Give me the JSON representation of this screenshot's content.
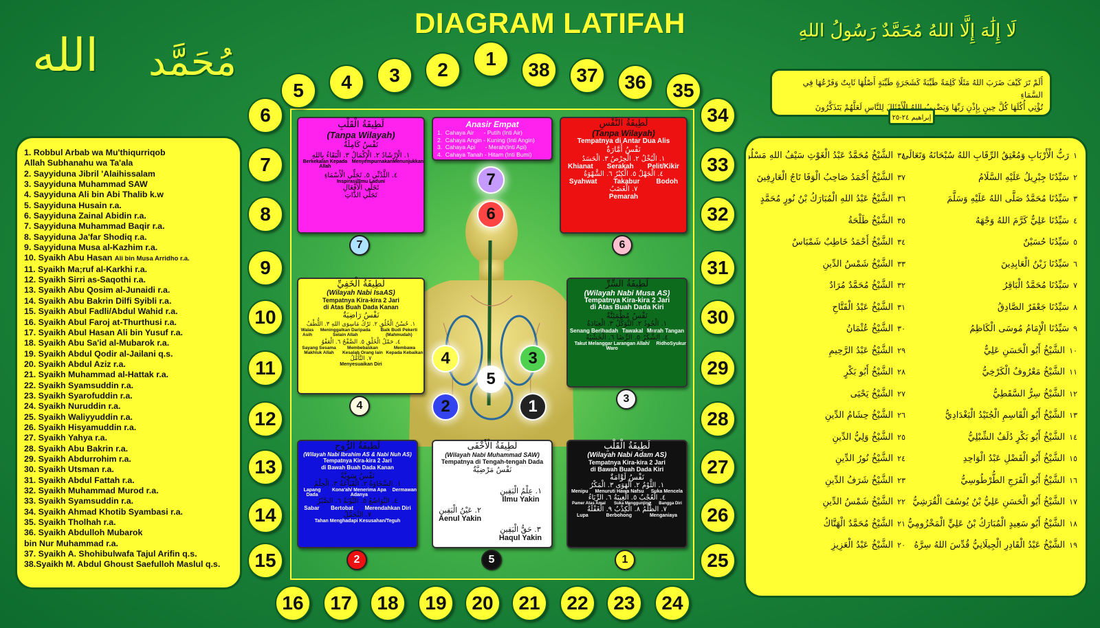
{
  "title": "DIAGRAM LATIFAH",
  "calligraphy": {
    "allah": "الله",
    "muhammad": "مُحَمَّد",
    "shahada": "لَا إِلَٰهَ إِلَّا اللهُ مُحَمَّدٌ رَسُولُ اللهِ"
  },
  "quran": {
    "line1": "أَلَمْ تَرَ كَيْفَ ضَرَبَ اللهُ مَثَلًا كَلِمَةً طَيِّبَةً كَشَجَرَةٍ طَيِّبَةٍ أَصْلُهَا ثَابِتٌ وَفَرْعُهَا فِي السَّمَاءِ",
    "line2": "تُؤْتِي أُكُلَهَا كُلَّ حِينٍ بِإِذْنِ رَبِّهَا وَيَضْرِبُ اللهُ الْأَمْثَالَ لِلنَّاسِ لَعَلَّهُمْ يَتَذَكَّرُونَ",
    "surah": "إبراهيم ٢٤-٢٥"
  },
  "circle_numbers": {
    "top": [
      "5",
      "4",
      "3",
      "2",
      "1",
      "38",
      "37",
      "36",
      "35"
    ],
    "left": [
      "6",
      "7",
      "8",
      "9",
      "10",
      "11",
      "12",
      "13",
      "14",
      "15"
    ],
    "right": [
      "34",
      "33",
      "32",
      "31",
      "30",
      "29",
      "28",
      "27",
      "26",
      "25"
    ],
    "bottom": [
      "16",
      "17",
      "18",
      "19",
      "20",
      "21",
      "22",
      "23",
      "24"
    ]
  },
  "left_list": [
    "1. Robbul Arbab wa Mu'thiqurriqob",
    "    Allah Subhanahu wa Ta'ala",
    "2. Sayyiduna Jibril 'Alaihissalam",
    "3. Sayyiduna Muhammad SAW",
    "4. Sayyiduna Ali bin Abi Thalib k.w",
    "5. Sayyiduna Husain r.a.",
    "6. Sayyiduna Zainal Abidin r.a.",
    "7. Sayyiduna Muhammad Baqir r.a.",
    "8. Sayyiduna Ja'far Shodiq r.a.",
    "9. Sayyiduna Musa al-Kazhim r.a.",
    "10. Syaikh Abu Hasan",
    "11. Syaikh Ma;ruf al-Karkhi r.a.",
    "12. Syaikh Sirri as-Saqothi r.a.",
    "13. Syaikh Abu Qosim al-Junaidi r.a.",
    "14. Syaikh Abu Bakrin Dilfi Syibli r.a.",
    "15. Syaikh Abul Fadli/Abdul Wahid r.a.",
    "16. Syaikh Abul Faroj at-Thurthusi r.a.",
    "17. Syaikh Abul Hasan Ali bin Yusuf r.a.",
    "18.  Syaikh Abu Sa'id al-Mubarok r.a.",
    "19. Syaikh Abdul Qodir al-Jailani q.s.",
    "20. Syaikh Abdul Aziz r.a.",
    "21. Syaikh Muhammad al-Hattak r.a.",
    "22. Syaikh Syamsuddin r.a.",
    "23. Syaikh Syarofuddin r.a.",
    "24. Syaikh Nuruddin r.a.",
    "25. Syaikh Waliyyuddin r.a.",
    "26. Syaikh Hisyamuddin r.a.",
    "27. Syaikh Yahya r.a.",
    "28. Syaikh Abu Bakrin r.a.",
    "29. Syaikh Abdurrohim r.a.",
    "30. Syaikh Utsman r.a.",
    "31. Syaikh Abdul Fattah r.a.",
    "32. Syaikh Muhammad Murod r.a.",
    "33. Syaikh Syamsuddin r.a.",
    "34. Syaikh Ahmad Khotib Syambasi r.a.",
    "35. Syaikh Tholhah r.a.",
    "36. Syaikh Abdulloh Mubarok",
    "     bin Nur Muhammad r.a.",
    "37. Syaikh A. Shohibulwafa Tajul Arifin q.s.",
    "38.Syaikh M. Abdul Ghoust Saefulloh Maslul q.s."
  ],
  "left_list_suffix_10": "Ali bin Musa Arridho r.a.",
  "right_list": {
    "col_a": [
      [
        "١",
        "رَبُّ الْأَرْبَابِ وَمُعْتِقُ الرِّقَابِ اللهُ سُبْحَانَهُ وَتَعَالَى"
      ],
      [
        "٢",
        "سَيِّدُنَا جِبْرِيلُ عَلَيْهِ السَّلَامُ"
      ],
      [
        "٣",
        "سَيِّدُنَا مُحَمَّدٌ صَلَّى اللهُ عَلَيْهِ وَسَلَّمَ"
      ],
      [
        "٤",
        "سَيِّدُنَا عَلِيٌّ كَرَّمَ اللهُ وَجْهَهُ"
      ],
      [
        "٥",
        "سَيِّدُنَا حُسَيْنٌ"
      ],
      [
        "٦",
        "سَيِّدُنَا زَيْنُ الْعَابِدِينَ"
      ],
      [
        "٧",
        "سَيِّدُنَا مُحَمَّدٌ الْبَاقِرُ"
      ],
      [
        "٨",
        "سَيِّدُنَا جَعْفَرٌ الصَّادِقُ"
      ],
      [
        "٩",
        "سَيِّدُنَا الْإِمَامُ مُوسَى الْكَاظِمُ"
      ],
      [
        "١٠",
        "الشَّيْخُ أَبُو الْحَسَنِ عَلِيٌّ"
      ],
      [
        "١١",
        "الشَّيْخُ مَعْرُوفٌ الْكَرْخِيُّ"
      ],
      [
        "١٢",
        "الشَّيْخُ سِرُّ السَّقَطِيُّ"
      ],
      [
        "١٣",
        "الشَّيْخُ أَبُو الْقَاسِمِ الْجُنَيْدُ الْبَغْدَادِيُّ"
      ],
      [
        "١٤",
        "الشَّيْخُ أَبُو بَكْرٍ دُلَفٌ الشِّبْلِيُّ"
      ],
      [
        "١٥",
        "الشَّيْخُ أَبُو الْفَضْلِ عَبْدُ الْوَاحِدِ"
      ],
      [
        "١٦",
        "الشَّيْخُ أَبُو الْفَرَجِ الطُّرْطُوسِيُّ"
      ],
      [
        "١٧",
        "الشَّيْخُ أَبُو الْحَسَنِ عَلِيُّ بْنُ يُوسُفَ الْقُرَشِيُّ"
      ],
      [
        "١٨",
        "الشَّيْخُ أَبُو سَعِيدٍ الْمُبَارَكُ بْنُ عَلِيٍّ الْمَخْزُومِيُّ"
      ],
      [
        "١٩",
        "الشَّيْخُ عَبْدُ الْقَادِرِ الْجِيلَانِيُّ قُدِّسَ اللهُ سِرَّهُ"
      ]
    ],
    "col_b": [
      [
        "٣٨",
        "الشَّيْخُ مُحَمَّدٌ عَبْدُ الْغَوْثِ سَيْفُ اللهِ مَسْلُولٌ"
      ],
      [
        "٣٧",
        "الشَّيْخُ أَحْمَدُ صَاحِبُ الْوَفَا تَاجُ الْعَارِفِينَ"
      ],
      [
        "٣٦",
        "الشَّيْخُ عَبْدُ اللهِ الْمُبَارَكُ بْنُ نُورٍ مُحَمَّدٍ"
      ],
      [
        "٣٥",
        "الشَّيْخُ طَلْحَةُ"
      ],
      [
        "٣٤",
        "الشَّيْخُ أَحْمَدُ خَاطِبٌ شَمْبَاسٌ"
      ],
      [
        "٣٣",
        "الشَّيْخُ شَمْسُ الدِّينِ"
      ],
      [
        "٣٢",
        "الشَّيْخُ مُحَمَّدٌ مُرَادٌ"
      ],
      [
        "٣١",
        "الشَّيْخُ عَبْدُ الْفَتَّاحِ"
      ],
      [
        "٣٠",
        "الشَّيْخُ عُثْمَانُ"
      ],
      [
        "٢٩",
        "الشَّيْخُ عَبْدُ الرَّحِيمِ"
      ],
      [
        "٢٨",
        "الشَّيْخُ أَبُو بَكْرٍ"
      ],
      [
        "٢٧",
        "الشَّيْخُ يَحْيَى"
      ],
      [
        "٢٦",
        "الشَّيْخُ حِشَامُ الدِّينِ"
      ],
      [
        "٢٥",
        "الشَّيْخُ وَلِيُّ الدِّينِ"
      ],
      [
        "٢٤",
        "الشَّيْخُ نُورُ الدِّينِ"
      ],
      [
        "٢٣",
        "الشَّيْخُ شَرَفُ الدِّينِ"
      ],
      [
        "٢٢",
        "الشَّيْخُ شَمْسُ الدِّينِ"
      ],
      [
        "٢١",
        "الشَّيْخُ مُحَمَّدٌ الْهَتَّاكُ"
      ],
      [
        "٢٠",
        "الشَّيْخُ عَبْدُ الْعَزِيزِ"
      ]
    ]
  },
  "boxes": {
    "b7": {
      "color": "#ff22ee",
      "ar_title": "لَطِيفَةُ الْقَلْبِ",
      "sub": "(Tanpa Wilayah)",
      "ar_nafs": "نَفْسُ كَامِلَةٌ",
      "ar_row1": "١. الْإِرْشَادُ  ٢. الْإِكْمَالُ  ٣. الْبَقَاءُ بِاللهِ",
      "lbl_a": "Berkekalan Kepada Allah",
      "lbl_b": "Menyempurnakan",
      "lbl_c": "Menunjukkan",
      "ar_row2": "٤. اللَّدُنِّي   ٥. تَجَلِّي الْأَسْمَاءِ",
      "lbl_d": "Inspirasi/Ilmu Laduni",
      "ar_row3": "تَجَلِّي الْأَفْعَالِ",
      "ar_row4": "تَجَلِّي الذَّاتِ",
      "tag": "7"
    },
    "anasir": {
      "title": "Anasir Empat",
      "items": [
        "1.  Cahaya Air      - Putih (Inti Air)",
        "2.  Cahaya Angin - Kuning (Inti Angin)",
        "3.  Cahaya Api      - Merah(Inti Api)",
        "4.  Cahaya Tanah - Hitam (Inti Bumi)"
      ]
    },
    "b6": {
      "ar_title": "لَطِيفَةُ النَّفْسِ",
      "sub": "(Tanpa Wilayah)",
      "sub2": "Tempatnya di Antar Dua Alis",
      "ar_nafs": "نَفْسُ أَمَّارَةٌ",
      "ar_row1": "١. الْبُخْلُ  ٢. الْحِرْصُ  ٣. الْحَسَدُ",
      "lbls1": [
        "Pelit/Kikir",
        "Serakah",
        "Khianat"
      ],
      "ar_row2": "٤. الْجَهْلُ  ٥. الْكِبْرُ  ٦. الشَّهْوَةُ",
      "lbls2": [
        "Bodoh",
        "Takabur",
        "Syahwat"
      ],
      "ar_row3": "٧. الْغَضَبُ",
      "lbl3": "Pemarah",
      "tag": "6"
    },
    "b4": {
      "ar_title": "لَطِيفَةُ الْخَفِيِّ",
      "sub": "(Wilayah Nabi IsaAS)",
      "sub2a": "Tempatnya Kira-kira 2 Jari",
      "sub2b": "di Atas Buah Dada Kanan",
      "ar_nafs": "نَفْسُ رَاضِيَةٌ",
      "ar_row1": "١. حُسْنُ الْخُلُقِ  ٢. تَرْكُ مَاسِوَى اللهِ  ٣. اللُّطْفُ",
      "lbls1": [
        "Walas Asih",
        "Meninggalkan Daripada Selain Allah",
        "Baik Budi Pekerti (Mahmudah)"
      ],
      "ar_row2": "٤. حَمْلُ الْخَلْقِ  ٥. الصَّفْحُ  ٦. الْعَفْوُ",
      "lbls2": [
        "Sayang Sesama Makhluk Allah",
        "Membebaskan Kesalah Orang lain",
        "Membawa Kepada Kebaikan"
      ],
      "ar_row3": "٧. التَّأَمُّلُ",
      "lbl3": "Menyesuaikan Diri",
      "tag": "4"
    },
    "b3": {
      "ar_title": "لَطِيفَةُ السِّرِّ",
      "sub": "(Wilayah Nabi Musa AS)",
      "sub2a": "Tempatnya Kira-kira 2 Jari",
      "sub2b": "di Atas Buah Dada Kiri",
      "ar_nafs": "نَفْسُ مُطْمَئِنَّةٌ",
      "ar_row1": "١. الْجُودُ  ٢. التَّوَكُّلُ  ٣. الْعِبَادَةُ",
      "lbls1": [
        "Senang Beribadah",
        "Tawakal",
        "Murah Tangan"
      ],
      "ar_row2": "٤. الشُّكْرُ  ٥. الرِّضَا  ٦. الْخَشْيَةُ",
      "lbls2": [
        "Takut Melanggar Larangan Allah/ Waro",
        "Ridho",
        "Syukur"
      ],
      "tag": "3"
    },
    "b2": {
      "ar_title": "لَطِيفَةُ الرُّوحِ",
      "sub": "(Wilayah Nabi Ibrahim AS & Nabi Nuh AS)",
      "sub2a": "Tempatnya Kira-kira 2 Jari",
      "sub2b": "di Bawah Buah Dada Kanan",
      "ar_nafs": "نَفْسُ سَوِيَّةٌ",
      "ar_row1": "١. السَّخَاوَةُ  ٢. الْقَنَاعَةُ  ٣. الْحِلْمُ",
      "lbls1": [
        "Lapang Dada",
        "Kona'ah/ Menerima Apa Adanya",
        "Dermawan"
      ],
      "ar_row2": "٤. التَّوَاضُعُ  ٥. التَّوْبَةُ  ٦. الصَّبْرُ",
      "lbls2": [
        "Sabar",
        "Bertobat",
        "Merendahkan Diri"
      ],
      "ar_row3": "٧. التَّحَمُّلُ",
      "lbl3": "Tahan Menghadapi Kesusahan/Teguh",
      "tag": "2"
    },
    "b5": {
      "ar_title": "لَطِيفَةُ الْأَخْفَى",
      "sub": "(Wilayah Nabi Muhammad SAW)",
      "sub2": "Tempatnya di Tengah-tengah Dada",
      "ar_nafs": "نَفْسُ مَرْضِيَّةٌ",
      "ar_row1": "١. عِلْمُ الْيَقِينِ",
      "lbl1": "Ilmu Yakin",
      "ar_row2": "٢. عَيْنُ الْيَقِينِ",
      "lbl2": "Aenul Yakin",
      "ar_row3": "٣. حَقُّ الْيَقِينِ",
      "lbl3": "Haqul Yakin",
      "tag": "5"
    },
    "b1": {
      "ar_title": "لَطِيفَةُ الْقَلْبِ",
      "sub": "(Wilayah Nabi Adam AS)",
      "sub2a": "Tempatnya Kira-kira 2 Jari",
      "sub2b": "di Bawah Buah Dada Kiri",
      "ar_nafs": "نَفْسُ لَوَّامَةٌ",
      "ar_row1": "١. اللَّوْمُ  ٢. الْهَوَى  ٣. الْمَكْرُ",
      "lbls1": [
        "Menipu",
        "Menuruti Hawa Nafsu",
        "Suka Mencela"
      ],
      "ar_row2": "٤. الْعُجْبُ  ٥. الْغِيبَةُ  ٦. الرِّيَاءُ",
      "lbls2": [
        "Pamer Atas Amal",
        "Suka Menggunjing",
        "Bangga Diri"
      ],
      "ar_row3": "٧. الظُّلْمُ  ٨. الْكِذْبُ  ٩. الْغَفْلَةُ",
      "lbls3": [
        "Lupa",
        "Berbohong",
        "Menganiaya"
      ],
      "tag": "1"
    }
  },
  "orbs": [
    "7",
    "6",
    "4",
    "3",
    "5",
    "2",
    "1"
  ]
}
